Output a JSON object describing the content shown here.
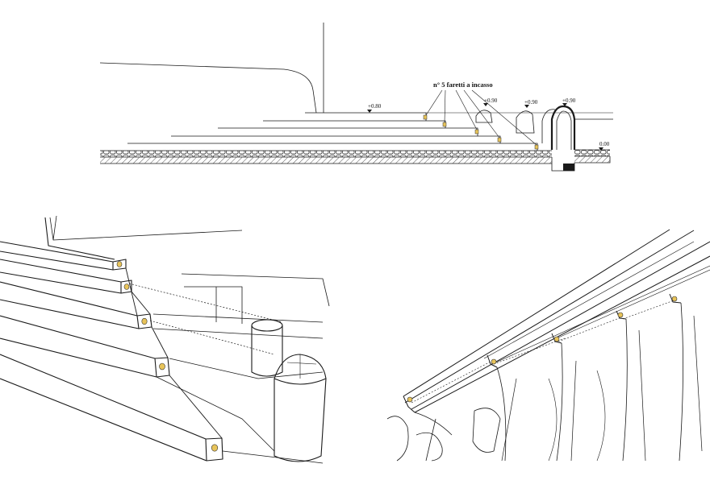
{
  "section": {
    "callout": "n° 5 faretti a incasso",
    "elevations": [
      "+0.80",
      "+0.90",
      "+0.90",
      "+0.90",
      "0.00"
    ]
  },
  "colors": {
    "line": "#1a1a1a",
    "light_fill": "#e8c45a",
    "hatch": "#555555"
  }
}
